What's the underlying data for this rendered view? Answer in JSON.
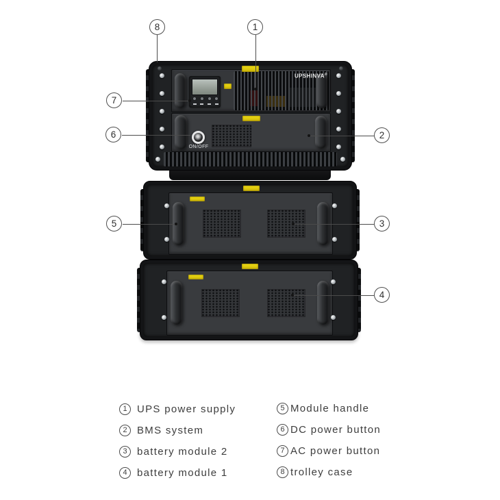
{
  "brand": {
    "logo": "UPSHINVA",
    "logo_mark": "®"
  },
  "device": {
    "power_button_label": "ON/OFF"
  },
  "colors": {
    "case_black": "#131416",
    "panel_gray": "#35373a",
    "sticker_yellow": "#e8d40a",
    "lcd_screen": "#a9b1ac",
    "callout_line": "#4b4b4b"
  },
  "callouts": [
    {
      "num": "1",
      "label": "UPS power supply"
    },
    {
      "num": "2",
      "label": "BMS system"
    },
    {
      "num": "3",
      "label": "battery module 2"
    },
    {
      "num": "4",
      "label": "battery module 1"
    },
    {
      "num": "5",
      "label": "Module handle"
    },
    {
      "num": "6",
      "label": "DC power button"
    },
    {
      "num": "7",
      "label": "AC power button"
    },
    {
      "num": "8",
      "label": "trolley case"
    }
  ],
  "legend": {
    "left": [
      {
        "num": "1",
        "label": "UPS power supply"
      },
      {
        "num": "2",
        "label": "BMS system"
      },
      {
        "num": "3",
        "label": "battery module 2"
      },
      {
        "num": "4",
        "label": "battery module 1"
      }
    ],
    "right": [
      {
        "num": "5",
        "label": "Module handle"
      },
      {
        "num": "6",
        "label": "DC power button"
      },
      {
        "num": "7",
        "label": "AC power button"
      },
      {
        "num": "8",
        "label": "trolley case"
      }
    ]
  }
}
